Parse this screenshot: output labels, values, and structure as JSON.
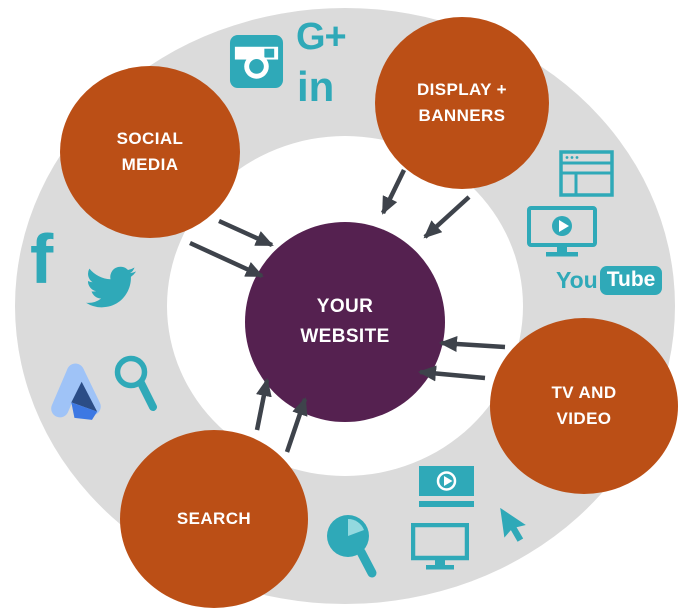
{
  "title": "Your Website traffic channels diagram",
  "colors": {
    "icon_teal": "#2FA9B8",
    "bubble_orange": "#BB4F16",
    "center_purple": "#552150",
    "ring_gray": "#DBDBDB",
    "arrow_gray": "#3E434B",
    "ads_light_blue": "#9FC3F7",
    "ads_mid_blue": "#3D78E3",
    "ads_dark_blue": "#2B4D87"
  },
  "center": {
    "label": "YOUR WEBSITE"
  },
  "channels": [
    {
      "id": "social-media",
      "label": "SOCIAL MEDIA"
    },
    {
      "id": "display-banners",
      "label": "DISPLAY + BANNERS"
    },
    {
      "id": "tv-video",
      "label": "TV AND VIDEO"
    },
    {
      "id": "search",
      "label": "SEARCH"
    }
  ],
  "icon_text": {
    "google_plus": "G+",
    "linkedin": "in",
    "facebook": "f",
    "youtube_you": "You",
    "youtube_tube": "Tube"
  },
  "icons": [
    "instagram-icon",
    "google-plus-icon",
    "linkedin-icon",
    "facebook-icon",
    "twitter-icon",
    "google-ads-icon",
    "search-magnifier-icon",
    "browser-window-icon",
    "monitor-play-icon",
    "youtube-logo",
    "video-player-icon",
    "analytics-magnifier-icon",
    "monitor-icon",
    "cursor-icon"
  ]
}
